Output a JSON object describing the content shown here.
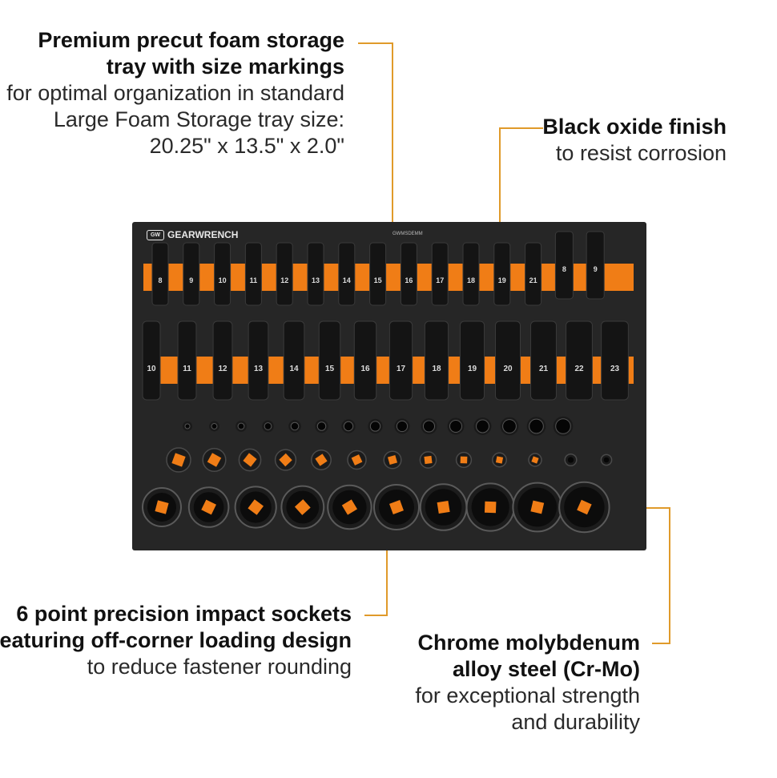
{
  "callouts": {
    "foam_tray": {
      "title_line1": "Premium precut foam storage",
      "title_line2": "tray with size markings",
      "desc_line1": "for optimal organization in standard",
      "desc_line2": "Large Foam Storage tray size:",
      "desc_line3": "20.25\" x 13.5\" x 2.0\""
    },
    "finish": {
      "title": "Black oxide finish",
      "desc": "to resist corrosion"
    },
    "sockets": {
      "title_line1": "6 point precision impact sockets",
      "title_line2": "featuring off-corner loading design",
      "desc": "to reduce fastener rounding"
    },
    "steel": {
      "title_line1": "Chrome molybdenum",
      "title_line2": "alloy steel (Cr-Mo)",
      "desc_line1": "for exceptional strength",
      "desc_line2": "and durability"
    }
  },
  "tray": {
    "brand": "GEARWRENCH",
    "logo": "GW",
    "part_number": "GWMSDEMM",
    "colors": {
      "foam": "#262626",
      "accent": "#f07d16",
      "socket": "#141414",
      "callout_line": "#e09a2a"
    },
    "row1_sizes": [
      "8",
      "9",
      "10",
      "11",
      "12",
      "13",
      "14",
      "15",
      "16",
      "17",
      "18",
      "19",
      "21",
      "8",
      "9"
    ],
    "row2_sizes": [
      "10",
      "11",
      "12",
      "13",
      "14",
      "15",
      "16",
      "17",
      "18",
      "19",
      "20",
      "21",
      "22",
      "23"
    ]
  }
}
